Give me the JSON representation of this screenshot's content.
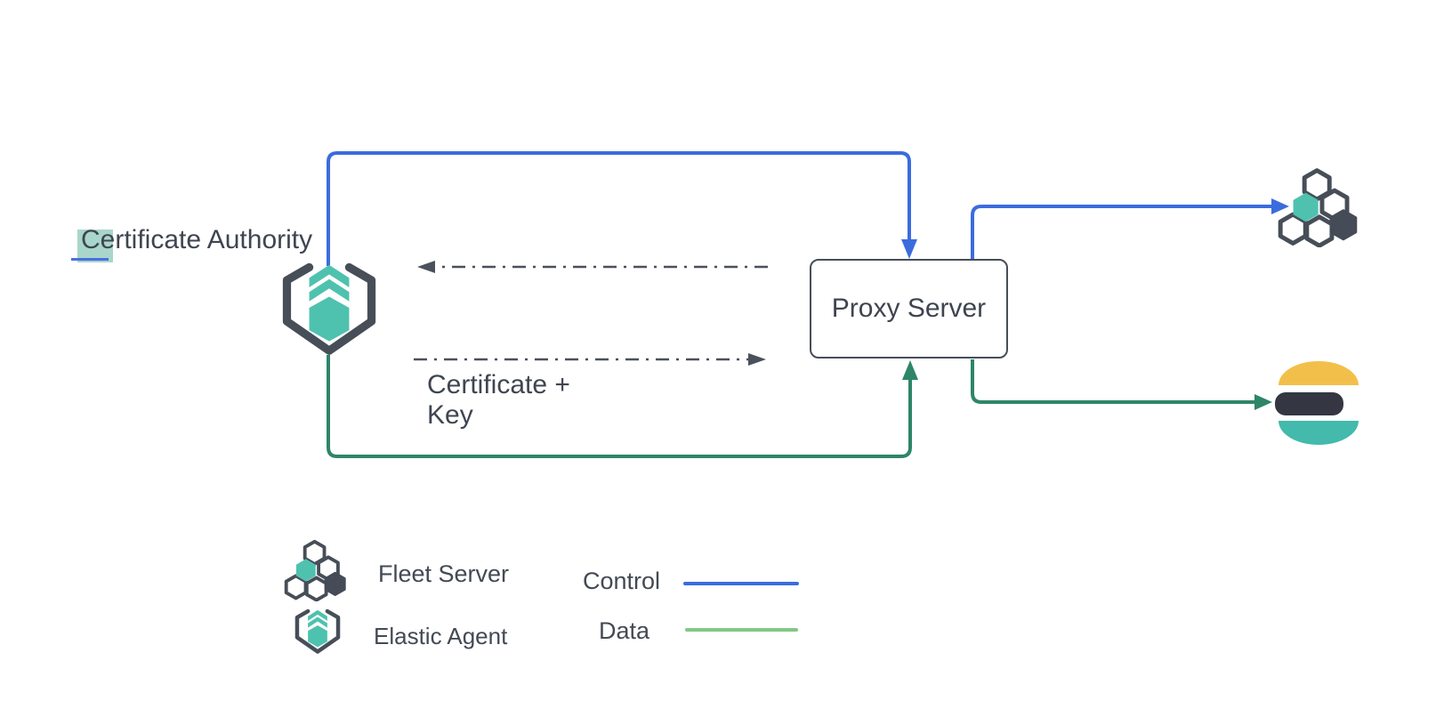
{
  "colors": {
    "control_blue": "#3b6cde",
    "data_green": "#2f8569",
    "legend_data_green": "#83c786",
    "accent_teal": "#4ec2af",
    "outline_ink": "#474e58",
    "text": "#3f4550",
    "selection_highlight": "#a9d6ca",
    "caret_blue": "#4a6fe0",
    "elastic_yellow": "#f2c04a",
    "elastic_dark": "#343741",
    "elastic_teal": "#43baac"
  },
  "nodes": {
    "certificate_authority": {
      "label": "Certificate Authority",
      "icon": "elastic-agent-icon"
    },
    "proxy_server": {
      "label": "Proxy Server"
    },
    "fleet_server": {
      "icon": "fleet-server-icon"
    },
    "elasticsearch": {
      "icon": "elasticsearch-icon"
    }
  },
  "edges": {
    "certificate_key_label_line1": "Certificate +",
    "certificate_key_label_line2": "Key",
    "control_paths": [
      "agent-to-proxy",
      "proxy-to-fleet-server"
    ],
    "data_paths": [
      "agent-to-proxy",
      "proxy-to-elasticsearch"
    ]
  },
  "legend": {
    "fleet_server_label": "Fleet Server",
    "elastic_agent_label": "Elastic Agent",
    "control_label": "Control",
    "data_label": "Data"
  }
}
